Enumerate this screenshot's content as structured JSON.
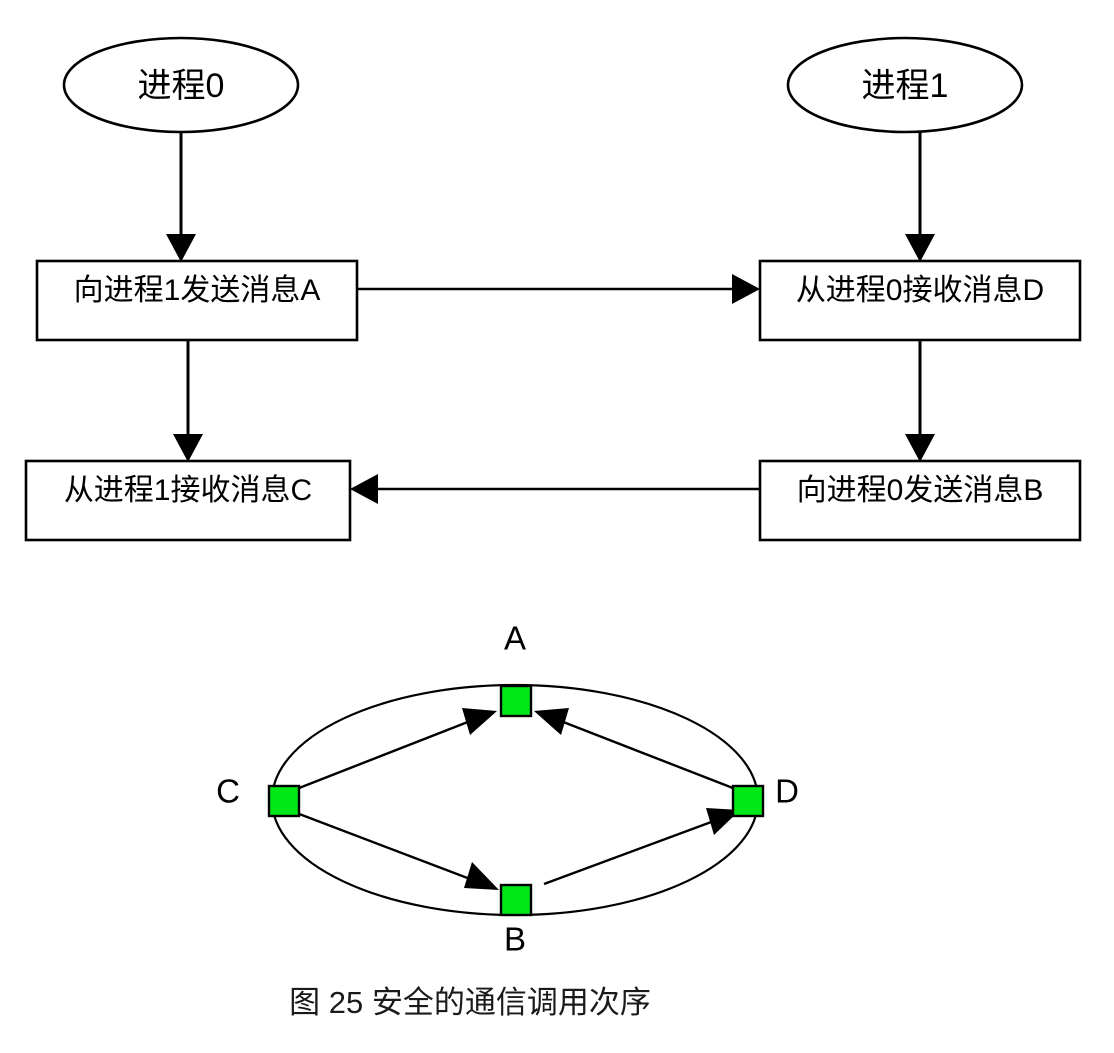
{
  "figure": {
    "caption": "图  25  安全的通信调用次序",
    "accent_green": "#00e818",
    "stroke_color": "#000000",
    "background": "#ffffff"
  },
  "flowchart": {
    "processes": [
      {
        "id": "p0",
        "label": "进程0"
      },
      {
        "id": "p1",
        "label": "进程1"
      }
    ],
    "steps": [
      {
        "id": "send_a",
        "label": "向进程1发送消息A"
      },
      {
        "id": "recv_d",
        "label": "从进程0接收消息D"
      },
      {
        "id": "recv_c",
        "label": "从进程1接收消息C"
      },
      {
        "id": "send_b",
        "label": "向进程0发送消息B"
      }
    ],
    "edges": [
      {
        "from": "p0",
        "to": "send_a",
        "kind": "vertical"
      },
      {
        "from": "p1",
        "to": "recv_d",
        "kind": "vertical"
      },
      {
        "from": "send_a",
        "to": "recv_d",
        "kind": "horizontal"
      },
      {
        "from": "send_a",
        "to": "recv_c",
        "kind": "vertical"
      },
      {
        "from": "recv_d",
        "to": "send_b",
        "kind": "vertical"
      },
      {
        "from": "send_b",
        "to": "recv_c",
        "kind": "horizontal"
      }
    ]
  },
  "ring_diagram": {
    "nodes": [
      {
        "id": "A",
        "label": "A",
        "position": "top"
      },
      {
        "id": "B",
        "label": "B",
        "position": "bottom"
      },
      {
        "id": "C",
        "label": "C",
        "position": "left"
      },
      {
        "id": "D",
        "label": "D",
        "position": "right"
      }
    ],
    "arrows": [
      {
        "from": "C",
        "to": "A"
      },
      {
        "from": "D",
        "to": "A"
      },
      {
        "from": "C",
        "to": "B"
      },
      {
        "from": "B",
        "to": "D"
      }
    ]
  }
}
